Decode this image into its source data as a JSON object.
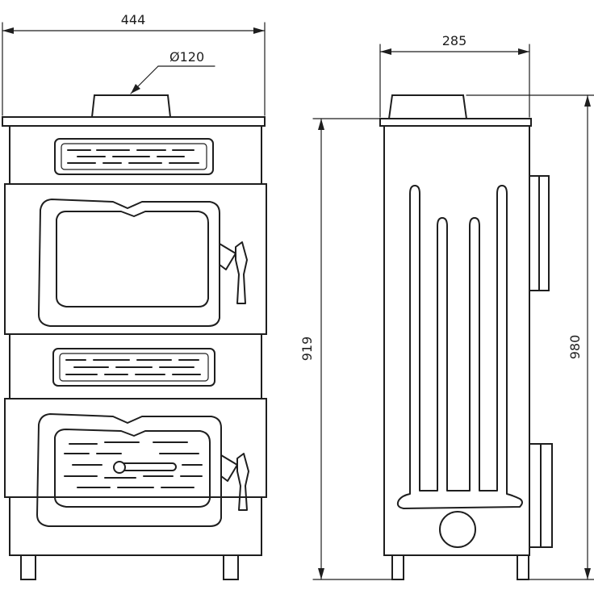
{
  "dimensions": {
    "width_front": "444",
    "flue_diameter": "Ø120",
    "depth_side": "285",
    "height_body": "919",
    "height_total": "980"
  },
  "colors": {
    "line": "#1e1e1e",
    "background": "#ffffff"
  }
}
